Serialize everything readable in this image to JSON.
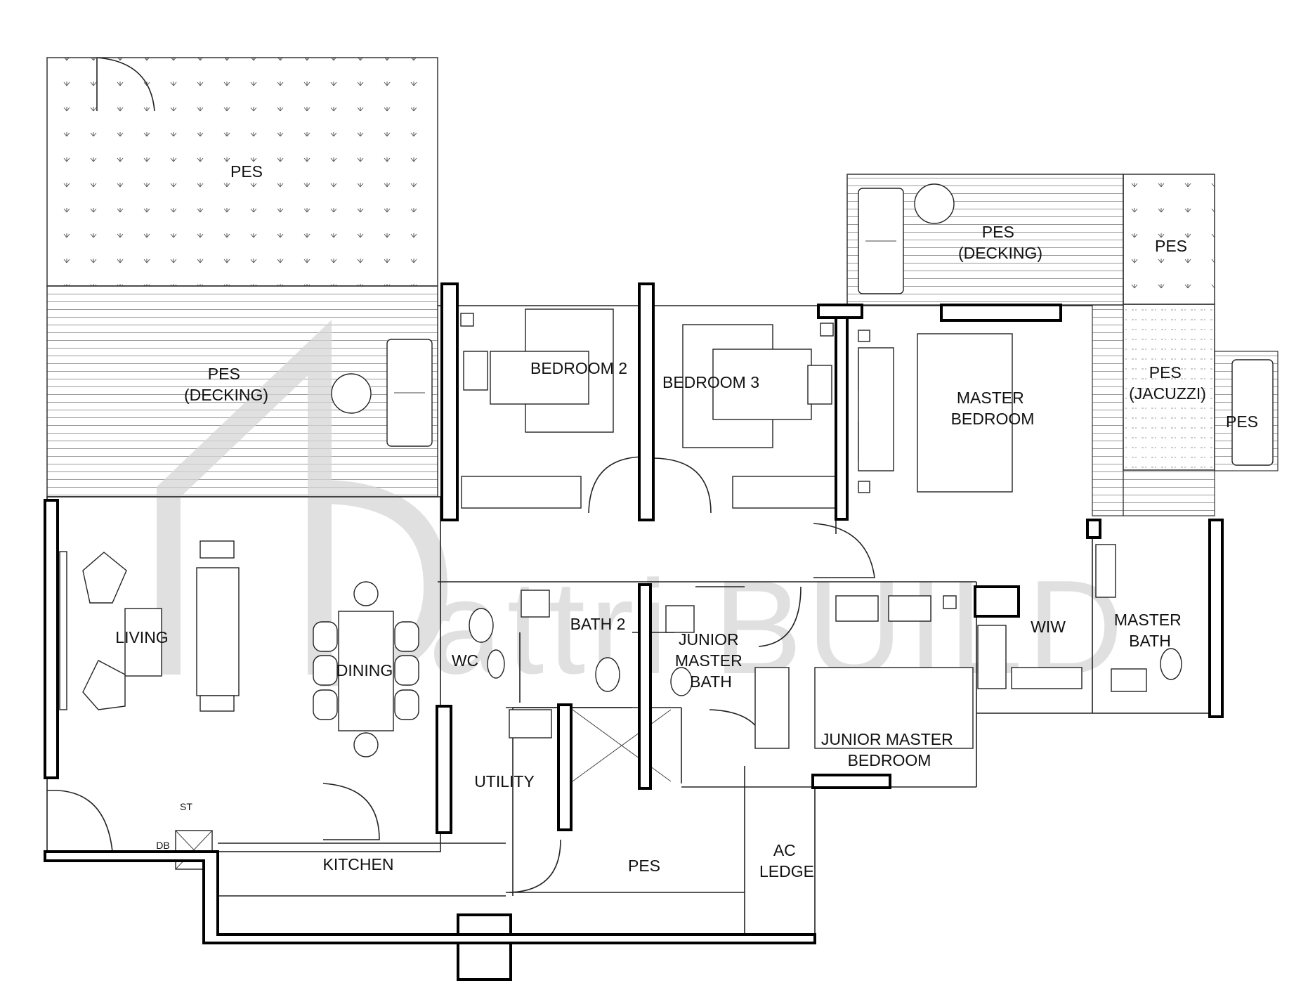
{
  "watermark": "Dattri BUILD",
  "colors": {
    "wall": "#000000",
    "line": "#222222",
    "watermark": "#d6d6d6",
    "background": "#ffffff"
  },
  "rooms": {
    "pes_garden": "PES",
    "pes_decking_left": [
      "PES",
      "(DECKING)"
    ],
    "pes_decking_right": [
      "PES",
      "(DECKING)"
    ],
    "pes_top_right": "PES",
    "pes_jacuzzi": [
      "PES",
      "(JACUZZI)"
    ],
    "pes_side": "PES",
    "bedroom2": "BEDROOM 2",
    "bedroom3": "BEDROOM 3",
    "master_bedroom": [
      "MASTER",
      "BEDROOM"
    ],
    "living": "LIVING",
    "dining": "DINING",
    "wc": "WC",
    "bath2": "BATH 2",
    "junior_master_bath": [
      "JUNIOR",
      "MASTER",
      "BATH"
    ],
    "wiw": "WIW",
    "master_bath": [
      "MASTER",
      "BATH"
    ],
    "junior_master_bedroom": [
      "JUNIOR MASTER",
      "BEDROOM"
    ],
    "utility": "UTILITY",
    "st": "ST",
    "db": "DB",
    "kitchen": "KITCHEN",
    "pes_bottom": "PES",
    "ac_ledge": [
      "AC",
      "LEDGE"
    ]
  }
}
